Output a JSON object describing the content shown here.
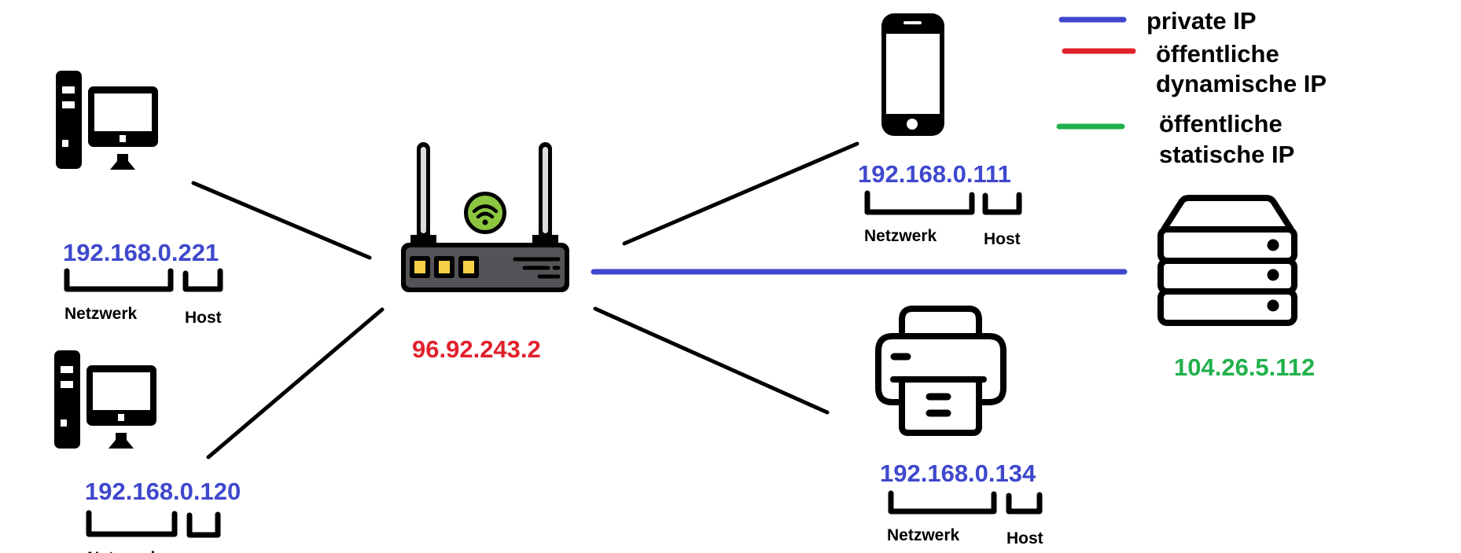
{
  "legend": {
    "items": [
      {
        "color": "#3f48cc",
        "lines": [
          "private IP"
        ]
      },
      {
        "color": "#e2202b",
        "lines": [
          "öffentliche",
          "dynamische IP"
        ]
      },
      {
        "color": "#22b14c",
        "lines": [
          "öffentliche",
          "statische IP"
        ]
      }
    ]
  },
  "labels": {
    "network": "Netzwerk",
    "host": "Host"
  },
  "devices": {
    "pc_top": {
      "ip": "192.168.0.221",
      "type": "desktop-computer"
    },
    "pc_bottom": {
      "ip": "192.168.0.120",
      "type": "desktop-computer"
    },
    "router": {
      "ip": "96.92.243.2",
      "type": "wifi-router"
    },
    "phone": {
      "ip": "192.168.0.111",
      "type": "smartphone"
    },
    "printer": {
      "ip": "192.168.0.134",
      "type": "printer"
    },
    "server": {
      "ip": "104.26.5.112",
      "type": "server"
    }
  },
  "colors": {
    "private": "#3f48cc",
    "public_dynamic": "#e2202b",
    "public_static": "#22b14c"
  }
}
